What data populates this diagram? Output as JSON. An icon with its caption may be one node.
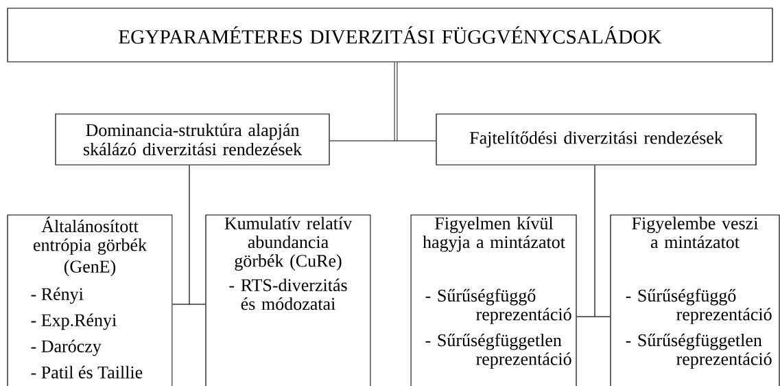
{
  "diagram": {
    "nodes": [
      {
        "text": [
          "EGYPARAMÉTERES DIVERZITÁSI FÜGGVÉNYCSALÁDOK"
        ]
      },
      {
        "text": [
          "Dominancia-struktúra alapján skálázó diverzitási rendezések"
        ]
      },
      {
        "text": [
          "Fajtelítődési diverzitási rendezések"
        ]
      },
      {
        "text": [
          "Általánosított entrópia görbék",
          "(GenE)",
          "- Rényi",
          "- Exp.Rényi",
          "- Daróczy",
          "- Patil és Taillie"
        ]
      },
      {
        "text": [
          "Kumulatív relatív abundancia görbék (CuRe)",
          "- RTS-diverzitás és módozatai"
        ]
      },
      {
        "text": [
          "Figyelmen kívül hagyja a mintázatot",
          "- Sűrűségfüggő reprezentáció",
          "- Sűrűségfüggetlen reprezentáció"
        ]
      },
      {
        "text": [
          "Figyelembe veszi a mintázatot",
          "- Sűrűségfüggő reprezentáció",
          "- Sűrűségfüggetlen reprezentáció"
        ]
      }
    ],
    "edges": [
      {
        "from": 0,
        "to": 1,
        "arrow": "none",
        "style": "thick"
      },
      {
        "from": 0,
        "to": 2,
        "arrow": "none",
        "style": "thick"
      },
      {
        "from": 1,
        "to": 3,
        "arrow": "none"
      },
      {
        "from": 1,
        "to": 4,
        "arrow": "none"
      },
      {
        "from": 2,
        "to": 5,
        "arrow": "none"
      },
      {
        "from": 2,
        "to": 6,
        "arrow": "none"
      }
    ]
  }
}
